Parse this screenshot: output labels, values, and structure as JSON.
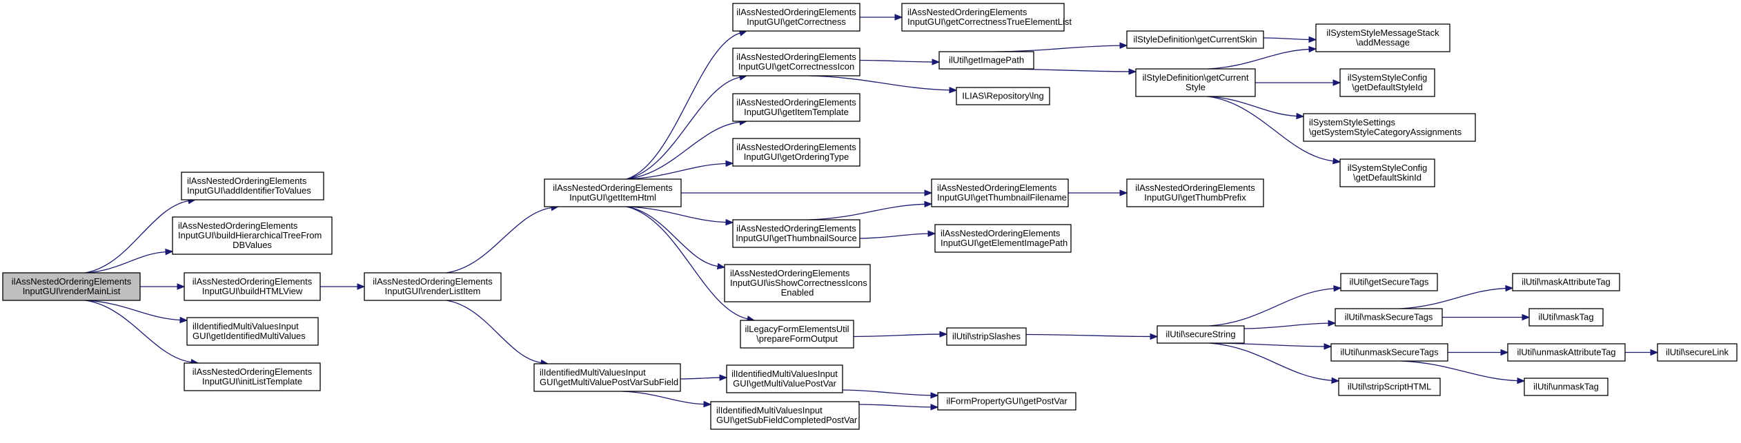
{
  "diagram": {
    "type": "call-graph",
    "edge_color": "#191970",
    "root_fill": "#bfbfbf",
    "node_fill": "#ffffff",
    "nodes": [
      {
        "id": "root",
        "lines": [
          "ilAssNestedOrderingElements",
          "InputGUI\\renderMainList"
        ],
        "root": true,
        "align": "center"
      },
      {
        "id": "addIdentifierToValues",
        "lines": [
          "ilAssNestedOrderingElements",
          "InputGUI\\addIdentifierToValues"
        ],
        "align": "left"
      },
      {
        "id": "buildHierarchicalTree",
        "lines": [
          "ilAssNestedOrderingElements",
          "InputGUI\\buildHierarchicalTreeFrom",
          "DBValues"
        ],
        "align": "left-last-center"
      },
      {
        "id": "buildHTMLView",
        "lines": [
          "ilAssNestedOrderingElements",
          "InputGUI\\buildHTMLView"
        ],
        "align": "center"
      },
      {
        "id": "getIdentifiedMultiValues",
        "lines": [
          "ilIdentifiedMultiValuesInput",
          "GUI\\getIdentifiedMultiValues"
        ],
        "align": "left"
      },
      {
        "id": "initListTemplate",
        "lines": [
          "ilAssNestedOrderingElements",
          "InputGUI\\initListTemplate"
        ],
        "align": "center"
      },
      {
        "id": "renderListItem",
        "lines": [
          "ilAssNestedOrderingElements",
          "InputGUI\\renderListItem"
        ],
        "align": "center"
      },
      {
        "id": "getItemHtml",
        "lines": [
          "ilAssNestedOrderingElements",
          "InputGUI\\getItemHtml"
        ],
        "align": "center"
      },
      {
        "id": "getMultiValuePostVarSubField",
        "lines": [
          "ilIdentifiedMultiValuesInput",
          "GUI\\getMultiValuePostVarSubField"
        ],
        "align": "left"
      },
      {
        "id": "getCorrectness",
        "lines": [
          "ilAssNestedOrderingElements",
          "InputGUI\\getCorrectness"
        ],
        "align": "center"
      },
      {
        "id": "getCorrectnessIcon",
        "lines": [
          "ilAssNestedOrderingElements",
          "InputGUI\\getCorrectnessIcon"
        ],
        "align": "center"
      },
      {
        "id": "getItemTemplate",
        "lines": [
          "ilAssNestedOrderingElements",
          "InputGUI\\getItemTemplate"
        ],
        "align": "center"
      },
      {
        "id": "getOrderingType",
        "lines": [
          "ilAssNestedOrderingElements",
          "InputGUI\\getOrderingType"
        ],
        "align": "center"
      },
      {
        "id": "getThumbnailSource",
        "lines": [
          "ilAssNestedOrderingElements",
          "InputGUI\\getThumbnailSource"
        ],
        "align": "center"
      },
      {
        "id": "isShowCorrectnessIconsEnabled",
        "lines": [
          "ilAssNestedOrderingElements",
          "InputGUI\\isShowCorrectnessIcons",
          "Enabled"
        ],
        "align": "left-last-center"
      },
      {
        "id": "prepareFormOutput",
        "lines": [
          "ilLegacyFormElementsUtil",
          "\\prepareFormOutput"
        ],
        "align": "center"
      },
      {
        "id": "getMultiValuePostVar",
        "lines": [
          "ilIdentifiedMultiValuesInput",
          "GUI\\getMultiValuePostVar"
        ],
        "align": "center"
      },
      {
        "id": "getSubFieldCompletedPostVar",
        "lines": [
          "ilIdentifiedMultiValuesInput",
          "GUI\\getSubFieldCompletedPostVar"
        ],
        "align": "left"
      },
      {
        "id": "getCorrectnessTrueElementList",
        "lines": [
          "ilAssNestedOrderingElements",
          "InputGUI\\getCorrectnessTrueElementList"
        ],
        "align": "left"
      },
      {
        "id": "getImagePath",
        "lines": [
          "ilUtil\\getImagePath"
        ],
        "align": "center"
      },
      {
        "id": "lng",
        "lines": [
          "ILIAS\\Repository\\lng"
        ],
        "align": "center"
      },
      {
        "id": "getThumbnailFilename",
        "lines": [
          "ilAssNestedOrderingElements",
          "InputGUI\\getThumbnailFilename"
        ],
        "align": "left"
      },
      {
        "id": "getElementImagePath",
        "lines": [
          "ilAssNestedOrderingElements",
          "InputGUI\\getElementImagePath"
        ],
        "align": "left"
      },
      {
        "id": "stripSlashes",
        "lines": [
          "ilUtil\\stripSlashes"
        ],
        "align": "center"
      },
      {
        "id": "getPostVar",
        "lines": [
          "ilFormPropertyGUI\\getPostVar"
        ],
        "align": "center"
      },
      {
        "id": "getCurrentSkin",
        "lines": [
          "ilStyleDefinition\\getCurrentSkin"
        ],
        "align": "center"
      },
      {
        "id": "getCurrentStyle",
        "lines": [
          "ilStyleDefinition\\getCurrent",
          "Style"
        ],
        "align": "center"
      },
      {
        "id": "getThumbPrefix",
        "lines": [
          "ilAssNestedOrderingElements",
          "InputGUI\\getThumbPrefix"
        ],
        "align": "center"
      },
      {
        "id": "secureString",
        "lines": [
          "ilUtil\\secureString"
        ],
        "align": "center"
      },
      {
        "id": "addMessage",
        "lines": [
          "ilSystemStyleMessageStack",
          "\\addMessage"
        ],
        "align": "center"
      },
      {
        "id": "getDefaultStyleId",
        "lines": [
          "ilSystemStyleConfig",
          "\\getDefaultStyleId"
        ],
        "align": "center"
      },
      {
        "id": "getSystemStyleCategoryAssignments",
        "lines": [
          "ilSystemStyleSettings",
          "\\getSystemStyleCategoryAssignments"
        ],
        "align": "left"
      },
      {
        "id": "getDefaultSkinId",
        "lines": [
          "ilSystemStyleConfig",
          "\\getDefaultSkinId"
        ],
        "align": "center"
      },
      {
        "id": "getSecureTags",
        "lines": [
          "ilUtil\\getSecureTags"
        ],
        "align": "center"
      },
      {
        "id": "maskSecureTags",
        "lines": [
          "ilUtil\\maskSecureTags"
        ],
        "align": "center"
      },
      {
        "id": "unmaskSecureTags",
        "lines": [
          "ilUtil\\unmaskSecureTags"
        ],
        "align": "center"
      },
      {
        "id": "stripScriptHTML",
        "lines": [
          "ilUtil\\stripScriptHTML"
        ],
        "align": "center"
      },
      {
        "id": "maskAttributeTag",
        "lines": [
          "ilUtil\\maskAttributeTag"
        ],
        "align": "center"
      },
      {
        "id": "maskTag",
        "lines": [
          "ilUtil\\maskTag"
        ],
        "align": "center"
      },
      {
        "id": "unmaskAttributeTag",
        "lines": [
          "ilUtil\\unmaskAttributeTag"
        ],
        "align": "center"
      },
      {
        "id": "secureLink",
        "lines": [
          "ilUtil\\secureLink"
        ],
        "align": "center"
      },
      {
        "id": "unmaskTag",
        "lines": [
          "ilUtil\\unmaskTag"
        ],
        "align": "center"
      }
    ],
    "edges": [
      [
        "root",
        "addIdentifierToValues"
      ],
      [
        "root",
        "buildHierarchicalTree"
      ],
      [
        "root",
        "buildHTMLView"
      ],
      [
        "root",
        "getIdentifiedMultiValues"
      ],
      [
        "root",
        "initListTemplate"
      ],
      [
        "buildHTMLView",
        "renderListItem"
      ],
      [
        "renderListItem",
        "getItemHtml"
      ],
      [
        "renderListItem",
        "getMultiValuePostVarSubField"
      ],
      [
        "getItemHtml",
        "getCorrectness"
      ],
      [
        "getItemHtml",
        "getCorrectnessIcon"
      ],
      [
        "getItemHtml",
        "getItemTemplate"
      ],
      [
        "getItemHtml",
        "getOrderingType"
      ],
      [
        "getItemHtml",
        "getThumbnailFilename"
      ],
      [
        "getItemHtml",
        "getThumbnailSource"
      ],
      [
        "getItemHtml",
        "isShowCorrectnessIconsEnabled"
      ],
      [
        "getItemHtml",
        "prepareFormOutput"
      ],
      [
        "getMultiValuePostVarSubField",
        "getMultiValuePostVar"
      ],
      [
        "getMultiValuePostVarSubField",
        "getSubFieldCompletedPostVar"
      ],
      [
        "getCorrectness",
        "getCorrectnessTrueElementList"
      ],
      [
        "getCorrectnessIcon",
        "getImagePath"
      ],
      [
        "getCorrectnessIcon",
        "lng"
      ],
      [
        "getThumbnailSource",
        "getThumbnailFilename"
      ],
      [
        "getThumbnailSource",
        "getElementImagePath"
      ],
      [
        "prepareFormOutput",
        "stripSlashes"
      ],
      [
        "getMultiValuePostVar",
        "getPostVar"
      ],
      [
        "getSubFieldCompletedPostVar",
        "getPostVar"
      ],
      [
        "getImagePath",
        "getCurrentSkin"
      ],
      [
        "getImagePath",
        "getCurrentStyle"
      ],
      [
        "getThumbnailFilename",
        "getThumbPrefix"
      ],
      [
        "stripSlashes",
        "secureString"
      ],
      [
        "getCurrentSkin",
        "addMessage"
      ],
      [
        "getCurrentStyle",
        "addMessage"
      ],
      [
        "getCurrentStyle",
        "getDefaultStyleId"
      ],
      [
        "getCurrentStyle",
        "getSystemStyleCategoryAssignments"
      ],
      [
        "getCurrentStyle",
        "getDefaultSkinId"
      ],
      [
        "secureString",
        "getSecureTags"
      ],
      [
        "secureString",
        "maskSecureTags"
      ],
      [
        "secureString",
        "unmaskSecureTags"
      ],
      [
        "secureString",
        "stripScriptHTML"
      ],
      [
        "maskSecureTags",
        "maskAttributeTag"
      ],
      [
        "maskSecureTags",
        "maskTag"
      ],
      [
        "unmaskSecureTags",
        "unmaskAttributeTag"
      ],
      [
        "unmaskSecureTags",
        "unmaskTag"
      ],
      [
        "unmaskAttributeTag",
        "secureLink"
      ]
    ]
  }
}
